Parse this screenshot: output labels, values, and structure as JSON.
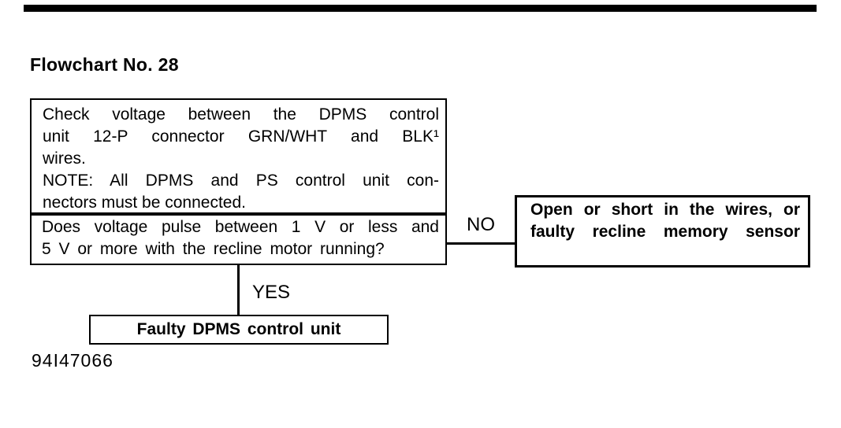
{
  "page": {
    "title": "Flowchart No. 28",
    "document_code": "94I47066"
  },
  "flowchart": {
    "step_box": {
      "lines": [
        "Check voltage between the DPMS control",
        "unit 12-P connector GRN/WHT and BLK¹",
        "wires.",
        "NOTE: All DPMS and PS control unit con-",
        "nectors must be connected."
      ]
    },
    "question_box": {
      "lines": [
        "Does voltage pulse between 1 V or less and",
        "5 V or more with the recline motor running?"
      ]
    },
    "no_branch": {
      "label": "NO",
      "result_lines": [
        "Open or short in the wires, or",
        "faulty recline memory sensor"
      ]
    },
    "yes_branch": {
      "label": "YES",
      "result": "Faulty DPMS control unit"
    }
  }
}
